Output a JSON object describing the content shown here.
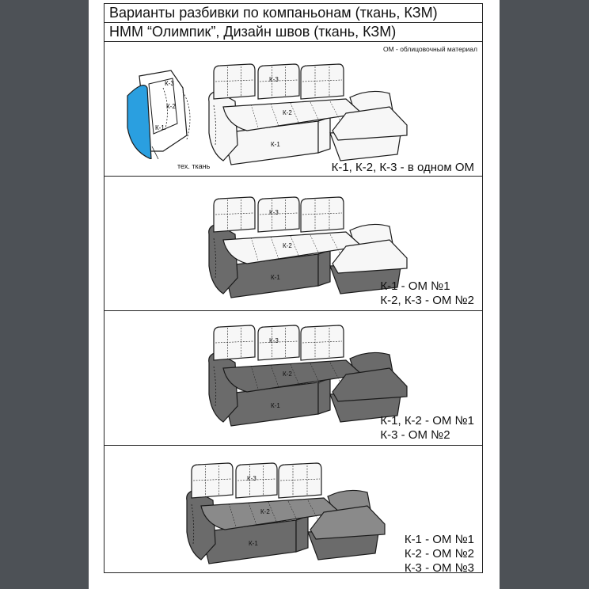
{
  "header": {
    "title_line1": "Варианты разбивки по компаньонам (ткань, КЗМ)",
    "title_line2": "НММ “Олимпик”, Дизайн швов (ткань, КЗМ)"
  },
  "legend_note": "ОМ - облицовочный материал",
  "detail": {
    "label_k3": "К-3",
    "label_k2": "К-2",
    "label_k1": "К-1",
    "tech_fabric": "тех. ткань"
  },
  "sofa_labels": {
    "k1": "К-1",
    "k2": "К-2",
    "k3": "К-3"
  },
  "variants": [
    {
      "lines": [
        "К-1, К-2, К-3 - в одном ОМ"
      ]
    },
    {
      "lines": [
        "К-1 - ОМ №1",
        "К-2, К-3 - ОМ №2"
      ]
    },
    {
      "lines": [
        "К-1, К-2 - ОМ №1",
        "К-3 - ОМ №2"
      ]
    },
    {
      "lines": [
        "К-1 - ОМ №1",
        "К-2 - ОМ №2",
        "К-3 - ОМ №3"
      ]
    }
  ],
  "colors": {
    "light": "#f7f7f7",
    "medium": "#8a8a8a",
    "dark": "#6b6b6b",
    "outline": "#1a1a1a",
    "detail_blue": "#2a9fe0",
    "background": "#4d5156"
  }
}
